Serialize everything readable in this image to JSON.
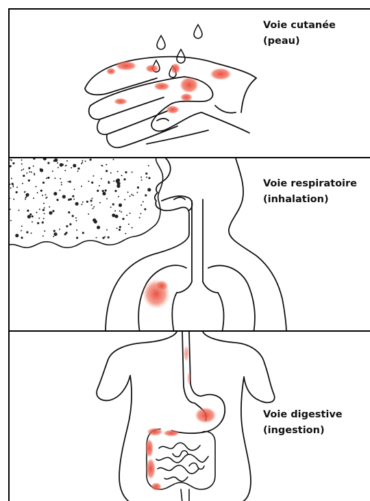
{
  "panels": [
    {
      "id": "skin",
      "title": "Voie cutanée",
      "subtitle": "(peau)"
    },
    {
      "id": "lung",
      "title": "Voie respiratoire",
      "subtitle": "(inhalation)"
    },
    {
      "id": "gut",
      "title": "Voie digestive",
      "subtitle": "(ingestion)"
    }
  ],
  "colors": {
    "stain": "#e8473a",
    "stain_light": "#f2826f",
    "line": "#111111",
    "particles": "#222222"
  }
}
